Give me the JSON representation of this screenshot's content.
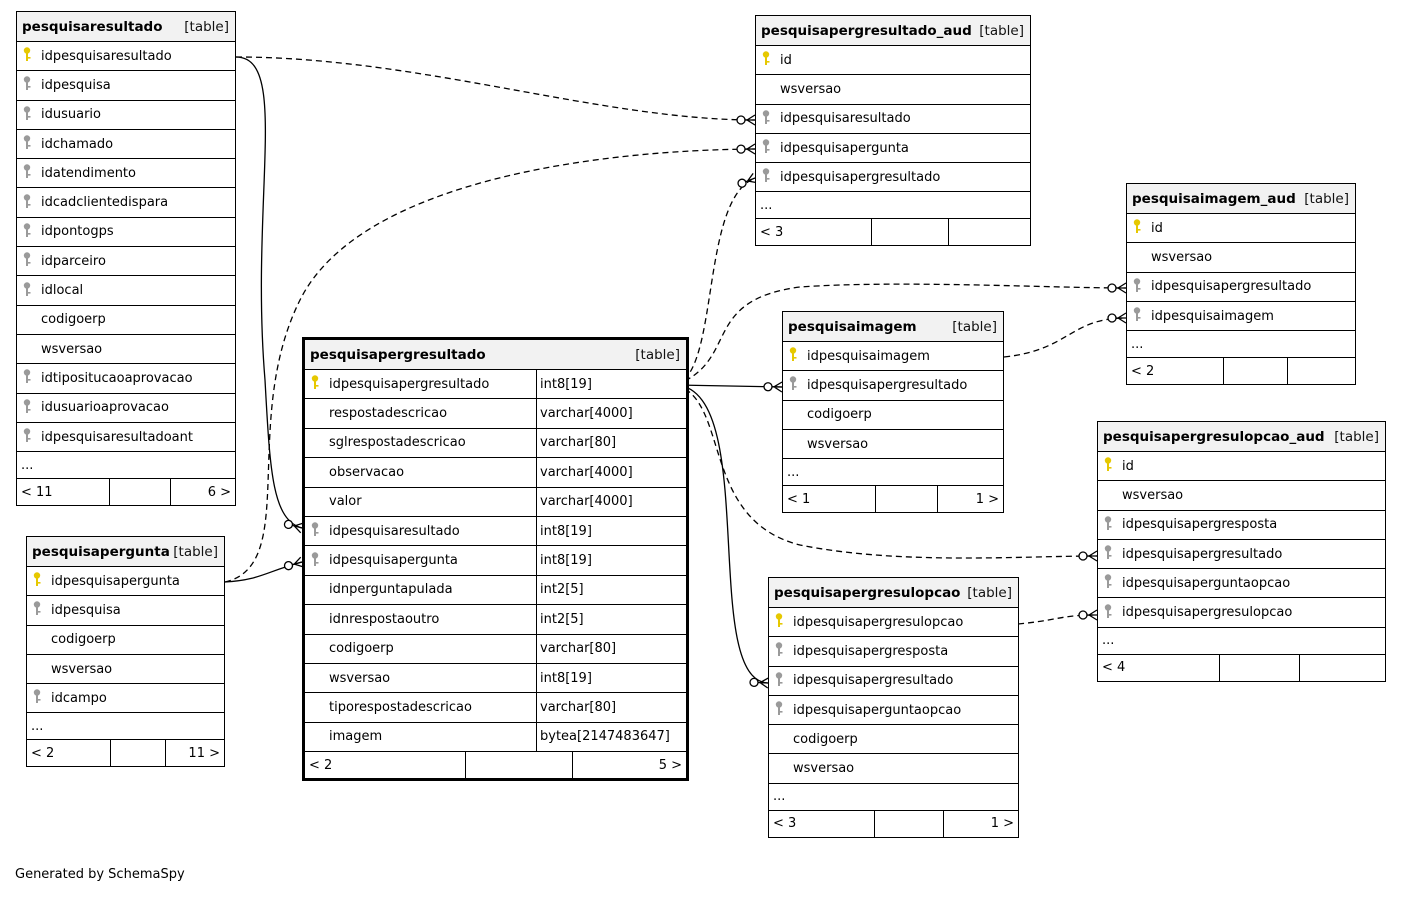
{
  "footer": "Generated by SchemaSpy",
  "colors": {
    "pk_key": "#e6c800",
    "fk_key": "#9a9a9a",
    "header_bg": "#f2f2f2"
  },
  "tables": {
    "pesquisaresultado": {
      "name": "pesquisaresultado",
      "type": "[table]",
      "columns": [
        {
          "name": "idpesquisaresultado",
          "key": "pk"
        },
        {
          "name": "idpesquisa",
          "key": "fk"
        },
        {
          "name": "idusuario",
          "key": "fk"
        },
        {
          "name": "idchamado",
          "key": "fk"
        },
        {
          "name": "idatendimento",
          "key": "fk"
        },
        {
          "name": "idcadclientedispara",
          "key": "fk"
        },
        {
          "name": "idpontogps",
          "key": "fk"
        },
        {
          "name": "idparceiro",
          "key": "fk"
        },
        {
          "name": "idlocal",
          "key": "fk"
        },
        {
          "name": "codigoerp",
          "key": ""
        },
        {
          "name": "wsversao",
          "key": ""
        },
        {
          "name": "idtipositucaoaprovacao",
          "key": "fk"
        },
        {
          "name": "idusuarioaprovacao",
          "key": "fk"
        },
        {
          "name": "idpesquisaresultadoant",
          "key": "fk"
        }
      ],
      "ellipsis": "...",
      "footer": [
        "< 11",
        "",
        "6 >"
      ]
    },
    "pesquisapergunta": {
      "name": "pesquisapergunta",
      "type": "[table]",
      "columns": [
        {
          "name": "idpesquisapergunta",
          "key": "pk"
        },
        {
          "name": "idpesquisa",
          "key": "fk"
        },
        {
          "name": "codigoerp",
          "key": ""
        },
        {
          "name": "wsversao",
          "key": ""
        },
        {
          "name": "idcampo",
          "key": "fk"
        }
      ],
      "ellipsis": "...",
      "footer": [
        "< 2",
        "",
        "11 >"
      ]
    },
    "pesquisapergresultado": {
      "name": "pesquisapergresultado",
      "type": "[table]",
      "columns": [
        {
          "name": "idpesquisapergresultado",
          "key": "pk",
          "type": "int8[19]"
        },
        {
          "name": "respostadescricao",
          "key": "",
          "type": "varchar[4000]"
        },
        {
          "name": "sglrespostadescricao",
          "key": "",
          "type": "varchar[80]"
        },
        {
          "name": "observacao",
          "key": "",
          "type": "varchar[4000]"
        },
        {
          "name": "valor",
          "key": "",
          "type": "varchar[4000]"
        },
        {
          "name": "idpesquisaresultado",
          "key": "fk",
          "type": "int8[19]"
        },
        {
          "name": "idpesquisapergunta",
          "key": "fk",
          "type": "int8[19]"
        },
        {
          "name": "idnperguntapulada",
          "key": "",
          "type": "int2[5]"
        },
        {
          "name": "idnrespostaoutro",
          "key": "",
          "type": "int2[5]"
        },
        {
          "name": "codigoerp",
          "key": "",
          "type": "varchar[80]"
        },
        {
          "name": "wsversao",
          "key": "",
          "type": "int8[19]"
        },
        {
          "name": "tiporespostadescricao",
          "key": "",
          "type": "varchar[80]"
        },
        {
          "name": "imagem",
          "key": "",
          "type": "bytea[2147483647]"
        }
      ],
      "footer": [
        "< 2",
        "",
        "5 >"
      ]
    },
    "pesquisapergresultado_aud": {
      "name": "pesquisapergresultado_aud",
      "type": "[table]",
      "columns": [
        {
          "name": "id",
          "key": "pk"
        },
        {
          "name": "wsversao",
          "key": ""
        },
        {
          "name": "idpesquisaresultado",
          "key": "fk"
        },
        {
          "name": "idpesquisapergunta",
          "key": "fk"
        },
        {
          "name": "idpesquisapergresultado",
          "key": "fk"
        }
      ],
      "ellipsis": "...",
      "footer": [
        "< 3",
        "",
        ""
      ]
    },
    "pesquisaimagem": {
      "name": "pesquisaimagem",
      "type": "[table]",
      "columns": [
        {
          "name": "idpesquisaimagem",
          "key": "pk"
        },
        {
          "name": "idpesquisapergresultado",
          "key": "fk"
        },
        {
          "name": "codigoerp",
          "key": ""
        },
        {
          "name": "wsversao",
          "key": ""
        }
      ],
      "ellipsis": "...",
      "footer": [
        "< 1",
        "",
        "1 >"
      ]
    },
    "pesquisaimagem_aud": {
      "name": "pesquisaimagem_aud",
      "type": "[table]",
      "columns": [
        {
          "name": "id",
          "key": "pk"
        },
        {
          "name": "wsversao",
          "key": ""
        },
        {
          "name": "idpesquisapergresultado",
          "key": "fk"
        },
        {
          "name": "idpesquisaimagem",
          "key": "fk"
        }
      ],
      "ellipsis": "...",
      "footer": [
        "< 2",
        "",
        ""
      ]
    },
    "pesquisapergresulopcao": {
      "name": "pesquisapergresulopcao",
      "type": "[table]",
      "columns": [
        {
          "name": "idpesquisapergresulopcao",
          "key": "pk"
        },
        {
          "name": "idpesquisapergresposta",
          "key": "fk"
        },
        {
          "name": "idpesquisapergresultado",
          "key": "fk"
        },
        {
          "name": "idpesquisaperguntaopcao",
          "key": "fk"
        },
        {
          "name": "codigoerp",
          "key": ""
        },
        {
          "name": "wsversao",
          "key": ""
        }
      ],
      "ellipsis": "...",
      "footer": [
        "< 3",
        "",
        "1 >"
      ]
    },
    "pesquisapergresulopcao_aud": {
      "name": "pesquisapergresulopcao_aud",
      "type": "[table]",
      "columns": [
        {
          "name": "id",
          "key": "pk"
        },
        {
          "name": "wsversao",
          "key": ""
        },
        {
          "name": "idpesquisapergresposta",
          "key": "fk"
        },
        {
          "name": "idpesquisapergresultado",
          "key": "fk"
        },
        {
          "name": "idpesquisaperguntaopcao",
          "key": "fk"
        },
        {
          "name": "idpesquisapergresulopcao",
          "key": "fk"
        }
      ],
      "ellipsis": "...",
      "footer": [
        "< 4",
        "",
        ""
      ]
    }
  }
}
